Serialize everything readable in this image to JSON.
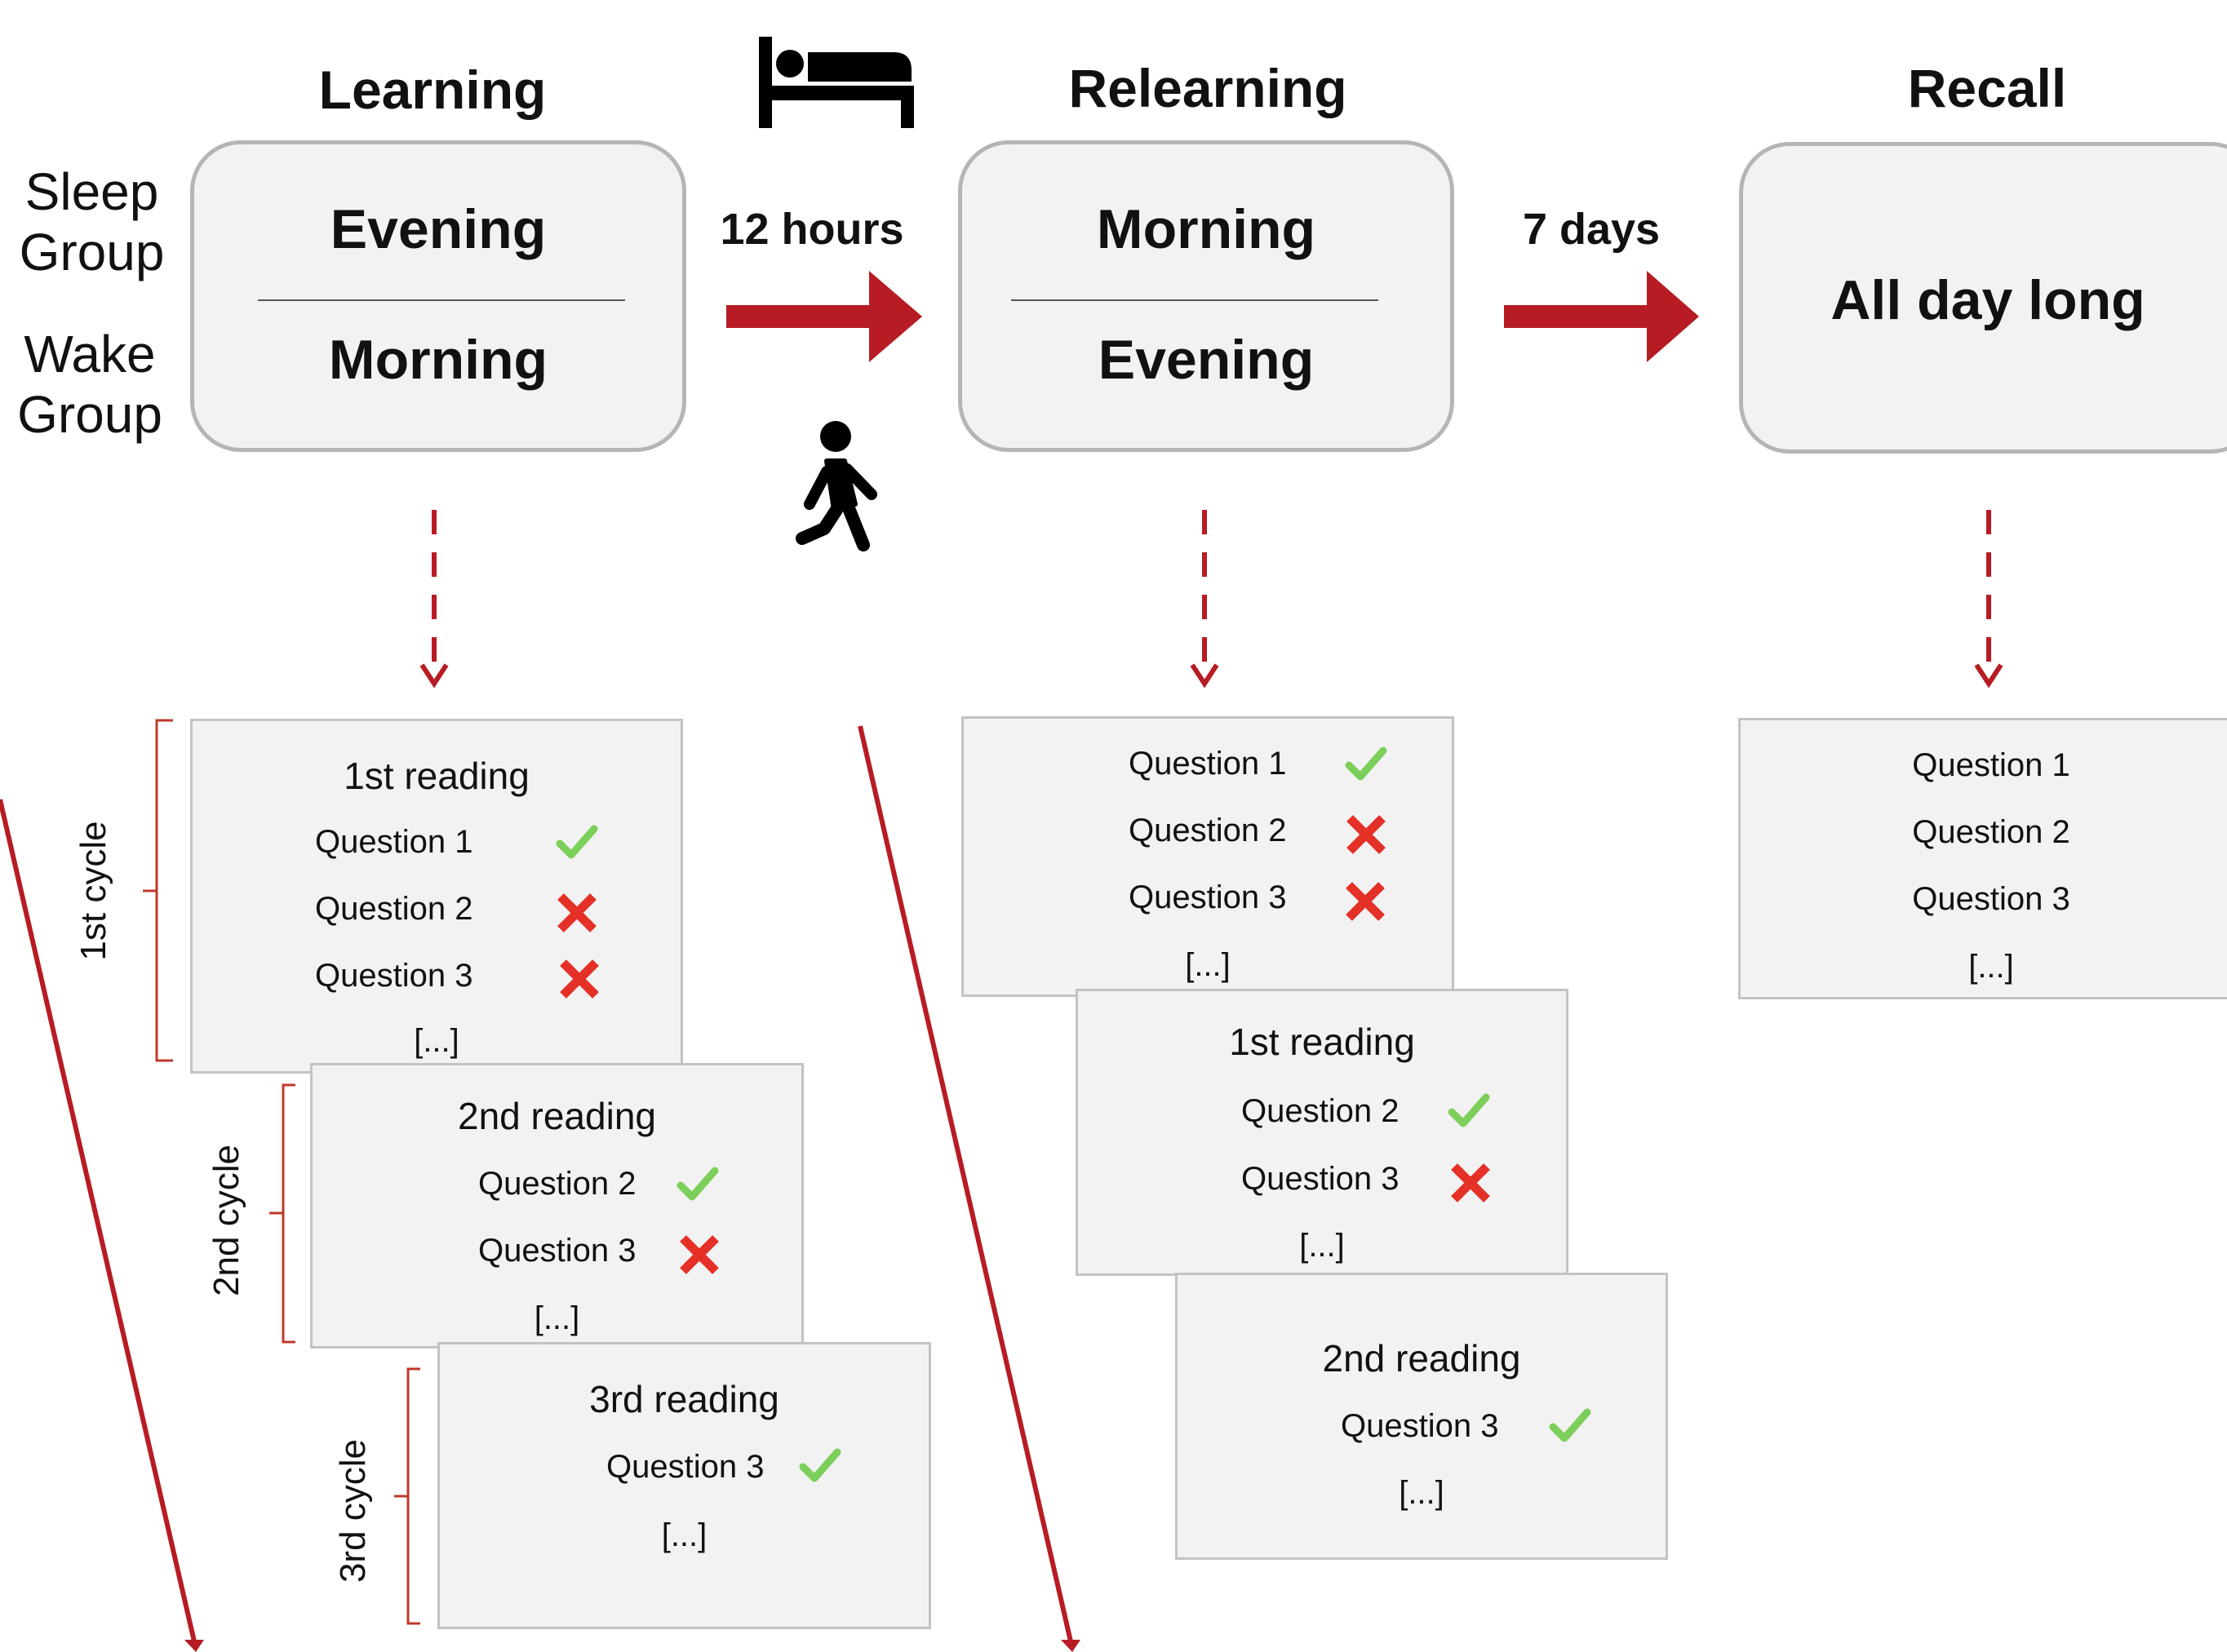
{
  "phases": {
    "learning": {
      "heading": "Learning",
      "sleep_time": "Evening",
      "wake_time": "Morning"
    },
    "relearning": {
      "heading": "Relearning",
      "sleep_time": "Morning",
      "wake_time": "Evening"
    },
    "recall": {
      "heading": "Recall",
      "time": "All day long"
    }
  },
  "groups": {
    "sleep": "Sleep\nGroup",
    "wake": "Wake\nGroup"
  },
  "intervals": {
    "first": "12 hours",
    "second": "7 days"
  },
  "icons": {
    "sleep": "bed-icon",
    "wake": "walking-person-icon"
  },
  "colors": {
    "arrow": "#b71c24",
    "correct": "#7ccf5a",
    "incorrect": "#e53027",
    "box_fill": "#f2f2f2",
    "box_border": "#b5b5b5"
  },
  "learning_cards": [
    {
      "title": "1st reading",
      "cycle": "1st cycle",
      "questions": [
        {
          "label": "Question 1",
          "result": "correct"
        },
        {
          "label": "Question 2",
          "result": "incorrect"
        },
        {
          "label": "Question 3",
          "result": "incorrect"
        }
      ],
      "more": "[...]"
    },
    {
      "title": "2nd reading",
      "cycle": "2nd cycle",
      "questions": [
        {
          "label": "Question 2",
          "result": "correct"
        },
        {
          "label": "Question 3",
          "result": "incorrect"
        }
      ],
      "more": "[...]"
    },
    {
      "title": "3rd reading",
      "cycle": "3rd cycle",
      "questions": [
        {
          "label": "Question 3",
          "result": "correct"
        }
      ],
      "more": "[...]"
    }
  ],
  "relearning_cards": [
    {
      "title": "",
      "questions": [
        {
          "label": "Question 1",
          "result": "correct"
        },
        {
          "label": "Question 2",
          "result": "incorrect"
        },
        {
          "label": "Question 3",
          "result": "incorrect"
        }
      ],
      "more": "[...]"
    },
    {
      "title": "1st reading",
      "questions": [
        {
          "label": "Question 2",
          "result": "correct"
        },
        {
          "label": "Question 3",
          "result": "incorrect"
        }
      ],
      "more": "[...]"
    },
    {
      "title": "2nd reading",
      "questions": [
        {
          "label": "Question 3",
          "result": "correct"
        }
      ],
      "more": "[...]"
    }
  ],
  "recall_card": {
    "questions": [
      {
        "label": "Question 1"
      },
      {
        "label": "Question 2"
      },
      {
        "label": "Question 3"
      }
    ],
    "more": "[...]"
  }
}
